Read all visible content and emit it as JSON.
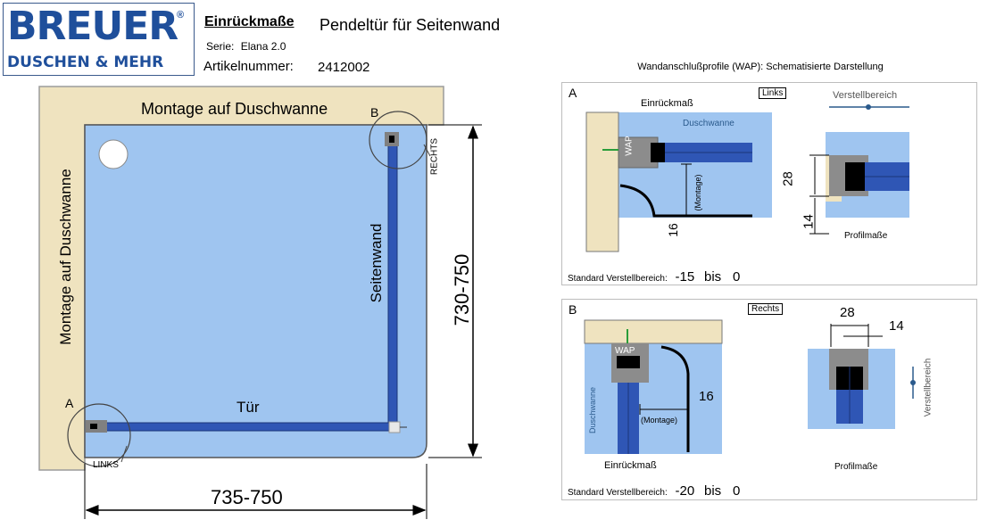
{
  "header": {
    "brand_main": "BREUER",
    "brand_registered": "®",
    "brand_sub": "DUSCHEN & MEHR",
    "title_label": "Einrückmaße",
    "product_title": "Pendeltür für Seitenwand",
    "series_label": "Serie:",
    "series_value": "Elana 2.0",
    "article_label": "Artikelnummer:",
    "article_value": "2412002"
  },
  "plan": {
    "mount_top": "Montage auf Duschwanne",
    "mount_left": "Montage auf Duschwanne",
    "side_wall": "Seitenwand",
    "door": "Tür",
    "marker_a": "A",
    "marker_b": "B",
    "links": "LINKS",
    "rechts": "RECHTS",
    "width_dim": "735-750",
    "depth_dim": "730-750"
  },
  "wap": {
    "title": "Wandanschlußprofile (WAP): Schematisierte Darstellung",
    "panel_a": {
      "letter": "A",
      "caption": "Einrückmaß",
      "side_tag": "Links",
      "tray_label": "Duschwanne",
      "wap_tag": "WAP",
      "montage": "(Montage)",
      "dim_16": "16",
      "adjust_label": "Verstellbereich",
      "dim_28": "28",
      "dim_14": "14",
      "profile_caption": "Profilmaße",
      "range_label": "Standard Verstellbereich:",
      "range_from": "-15",
      "range_bis": "bis",
      "range_to": "0"
    },
    "panel_b": {
      "letter": "B",
      "side_tag": "Rechts",
      "wap_tag": "WAP",
      "tray_label": "Duschwanne",
      "montage": "(Montage)",
      "dim_16": "16",
      "caption": "Einrückmaß",
      "dim_28": "28",
      "dim_14": "14",
      "adjust_label": "Verstellbereich",
      "profile_caption": "Profilmaße",
      "range_label": "Standard Verstellbereich:",
      "range_from": "-20",
      "range_bis": "bis",
      "range_to": "0"
    }
  },
  "colors": {
    "brand": "#1f4f9b",
    "tray": "#9fc5f0",
    "wall": "#efe3bf",
    "glass": "#2f56b5",
    "gray": "#8c8c8c"
  }
}
